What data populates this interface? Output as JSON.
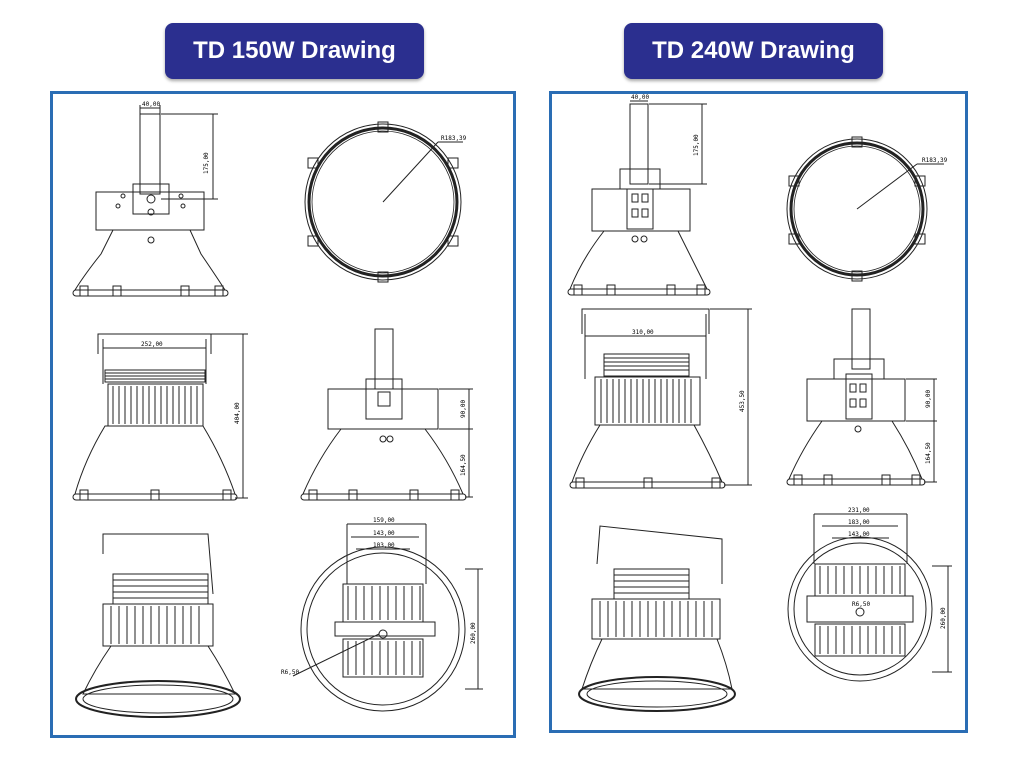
{
  "theme": {
    "title_bg": "#2b2f8f",
    "border": "#2a6db4",
    "line": "#222222"
  },
  "panels": [
    {
      "title": "TD 150W Drawing",
      "dims": {
        "top_width": "40,00",
        "top_height": "175,00",
        "radius": "R183,39",
        "front_width": "252,00",
        "front_height": "404,00",
        "side_upper": "90,00",
        "side_lower": "164,50",
        "bottom_w1": "159,00",
        "bottom_w2": "143,00",
        "bottom_w3": "103,00",
        "bottom_h": "260,00",
        "hole": "R6,50"
      }
    },
    {
      "title": "TD 240W Drawing",
      "dims": {
        "top_width": "40,00",
        "top_height": "175,00",
        "radius": "R183,39",
        "front_width": "310,00",
        "front_height": "453,50",
        "side_upper": "90,00",
        "side_lower": "164,50",
        "bottom_w1": "231,00",
        "bottom_w2": "183,00",
        "bottom_w3": "143,00",
        "bottom_h": "260,00",
        "hole": "R6,50"
      }
    }
  ]
}
